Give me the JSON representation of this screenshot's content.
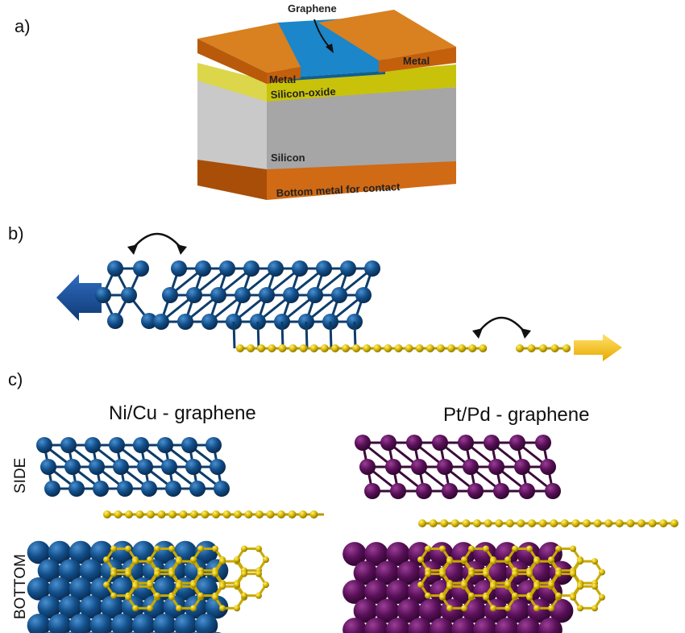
{
  "panels": {
    "a": {
      "label": "a)",
      "layers": {
        "graphene": "Graphene",
        "metal_left": "Metal",
        "metal_right": "Metal",
        "oxide": "Silicon-oxide",
        "silicon": "Silicon",
        "bottom_metal": "Bottom metal for contact"
      }
    },
    "b": {
      "label": "b)"
    },
    "c": {
      "label": "c)",
      "left_title": "Ni/Cu - graphene",
      "right_title": "Pt/Pd - graphene",
      "side_label": "SIDE",
      "bottom_label": "BOTTOM"
    }
  },
  "colors": {
    "metal_top": "#d97a1e",
    "metal_front": "#c4600c",
    "oxide": "#c8c20a",
    "silicon": "#a3a3a3",
    "graphene": "#1b86c9",
    "blue_atom": "#124f8a",
    "purple_atom": "#5a1059",
    "gold_atom": "#e0c000",
    "arrow_blue": "#1c4f94",
    "arrow_yellow": "#f5c400"
  }
}
